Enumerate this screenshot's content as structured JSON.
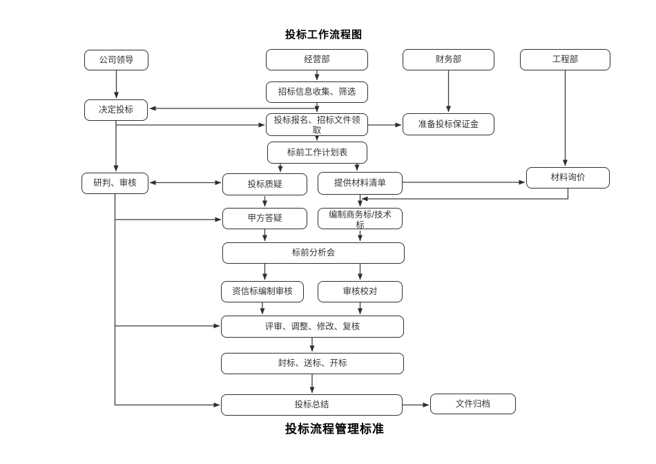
{
  "titles": {
    "top": "投标工作流程图",
    "bottom": "投标流程管理标准"
  },
  "nodes": {
    "company_leader": {
      "label": "公司领导"
    },
    "operations_dept": {
      "label": "经营部"
    },
    "finance_dept": {
      "label": "财务部"
    },
    "engineering_dept": {
      "label": "工程部"
    },
    "info_collection": {
      "label": "招标信息收集、筛选"
    },
    "decide_bid": {
      "label": "决定投标"
    },
    "bid_registration": {
      "label": "投标报名、招标文件领取"
    },
    "bid_deposit": {
      "label": "准备投标保证金"
    },
    "pre_bid_plan": {
      "label": "标前工作计划表"
    },
    "research_review": {
      "label": "研判、审核"
    },
    "bid_query": {
      "label": "投标质疑"
    },
    "material_list": {
      "label": "提供材料清单"
    },
    "material_inquiry": {
      "label": "材料询价"
    },
    "party_a_reply": {
      "label": "甲方答疑"
    },
    "commercial_technical_bid": {
      "label": "编制商务标/技术标"
    },
    "pre_bid_meeting": {
      "label": "标前分析会"
    },
    "credit_bid_review": {
      "label": "资信标编制审核"
    },
    "review_proofread": {
      "label": "审核校对"
    },
    "evaluation_revision": {
      "label": "评审、调整、修改、复核"
    },
    "seal_submit_open": {
      "label": "封标、送标、开标"
    },
    "bid_summary": {
      "label": "投标总结"
    },
    "file_archive": {
      "label": "文件归档"
    }
  },
  "edges": [
    {
      "from": "公司领导",
      "to": "决定投标"
    },
    {
      "from": "经营部",
      "to": "招标信息收集、筛选"
    },
    {
      "from": "招标信息收集、筛选",
      "to": "投标报名、招标文件领取"
    },
    {
      "from": "投标报名、招标文件领取",
      "to": "决定投标"
    },
    {
      "from": "决定投标",
      "to": "投标报名、招标文件领取"
    },
    {
      "from": "决定投标",
      "to": "研判、审核"
    },
    {
      "from": "投标报名、招标文件领取",
      "to": "准备投标保证金"
    },
    {
      "from": "财务部",
      "to": "准备投标保证金"
    },
    {
      "from": "工程部",
      "to": "材料询价"
    },
    {
      "from": "投标报名、招标文件领取",
      "to": "标前工作计划表"
    },
    {
      "from": "标前工作计划表",
      "to": "投标质疑"
    },
    {
      "from": "标前工作计划表",
      "to": "提供材料清单"
    },
    {
      "from": "研判、审核",
      "to": "投标质疑",
      "bidirectional": true
    },
    {
      "from": "提供材料清单",
      "to": "材料询价"
    },
    {
      "from": "材料询价",
      "to": "编制商务标/技术标"
    },
    {
      "from": "提供材料清单",
      "to": "编制商务标/技术标"
    },
    {
      "from": "投标质疑",
      "to": "甲方答疑"
    },
    {
      "from": "研判、审核",
      "to": "甲方答疑"
    },
    {
      "from": "甲方答疑",
      "to": "标前分析会"
    },
    {
      "from": "编制商务标/技术标",
      "to": "标前分析会"
    },
    {
      "from": "标前分析会",
      "to": "资信标编制审核"
    },
    {
      "from": "标前分析会",
      "to": "审核校对"
    },
    {
      "from": "资信标编制审核",
      "to": "评审、调整、修改、复核"
    },
    {
      "from": "审核校对",
      "to": "评审、调整、修改、复核"
    },
    {
      "from": "研判、审核",
      "to": "评审、调整、修改、复核"
    },
    {
      "from": "评审、调整、修改、复核",
      "to": "封标、送标、开标"
    },
    {
      "from": "封标、送标、开标",
      "to": "投标总结"
    },
    {
      "from": "研判、审核",
      "to": "投标总结"
    },
    {
      "from": "投标总结",
      "to": "文件归档"
    }
  ],
  "colors": {
    "background": "#ffffff",
    "line": "#3a3a3a",
    "border": "#2e2e2e",
    "text": "#333333",
    "title": "#000000"
  }
}
